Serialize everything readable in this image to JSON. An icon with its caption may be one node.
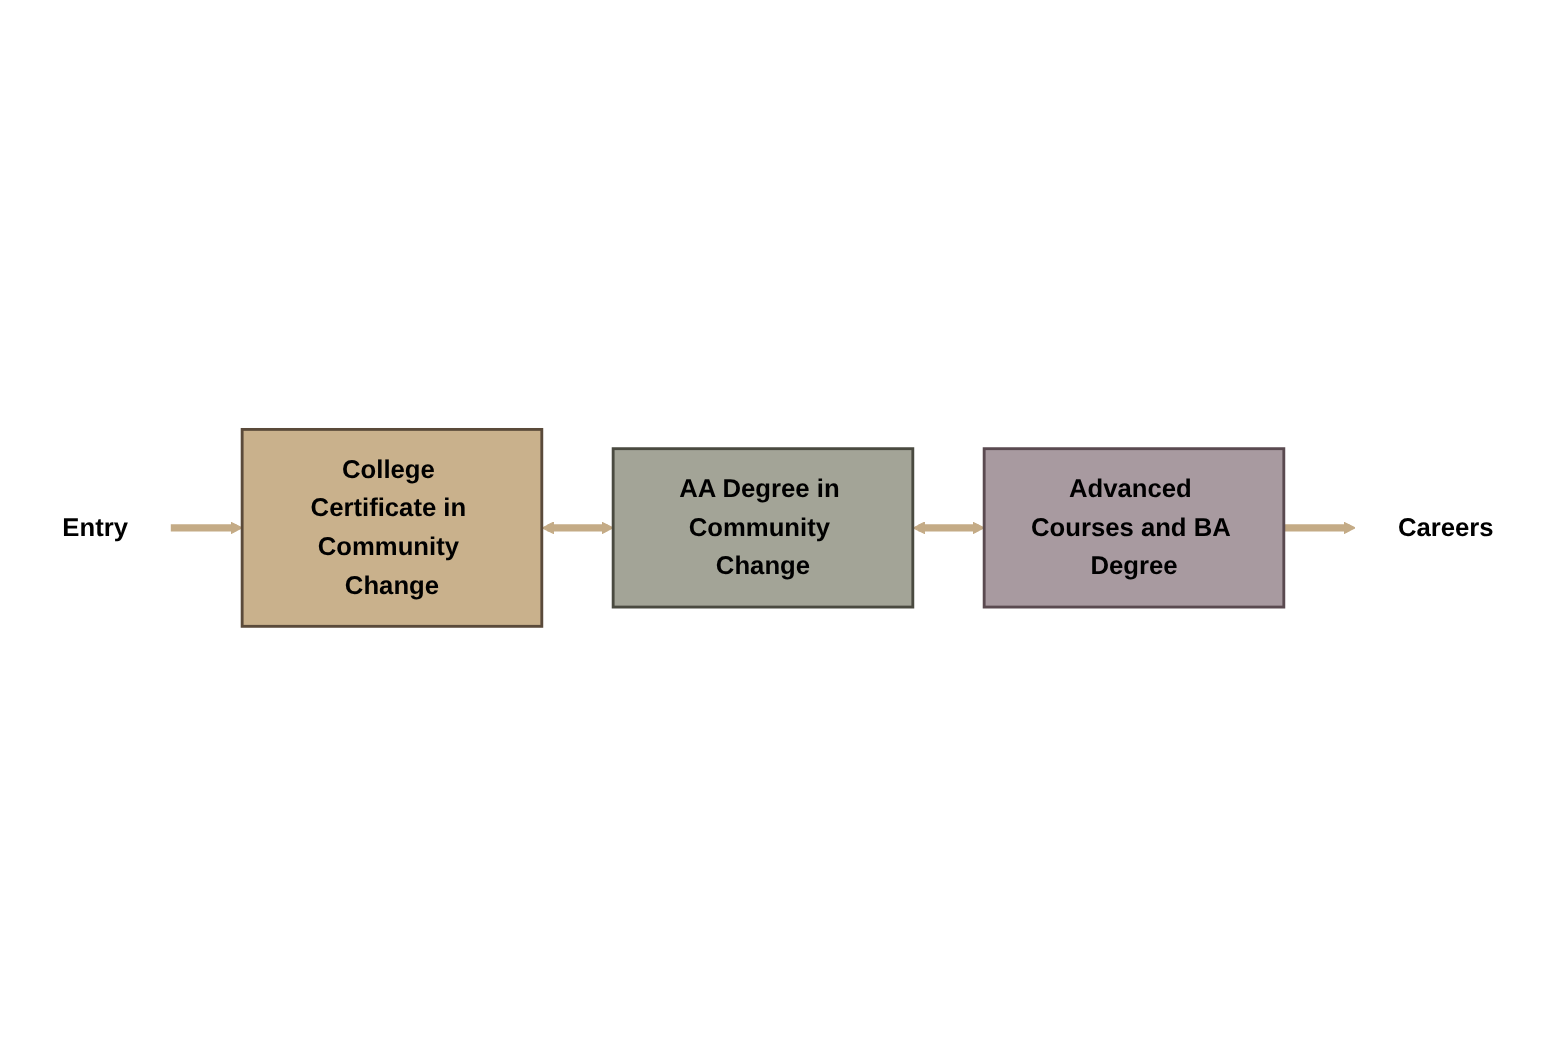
{
  "diagram": {
    "nodes": [
      {
        "text": [
          "Advanced Courses and BA Degree"
        ]
      },
      {
        "text": [
          "Careers"
        ]
      },
      {
        "text": [
          "AA Degree in Community Change"
        ]
      },
      {
        "text": [
          "College Certificate in Community Change"
        ]
      },
      {
        "text": [
          "Entry"
        ]
      }
    ],
    "edges": [
      {
        "from": 4,
        "to": 3,
        "arrow": "to"
      },
      {
        "from": 3,
        "to": 2,
        "arrow": "both"
      },
      {
        "from": 2,
        "to": 0,
        "arrow": "both"
      },
      {
        "from": 0,
        "to": 1,
        "arrow": "to"
      }
    ]
  }
}
